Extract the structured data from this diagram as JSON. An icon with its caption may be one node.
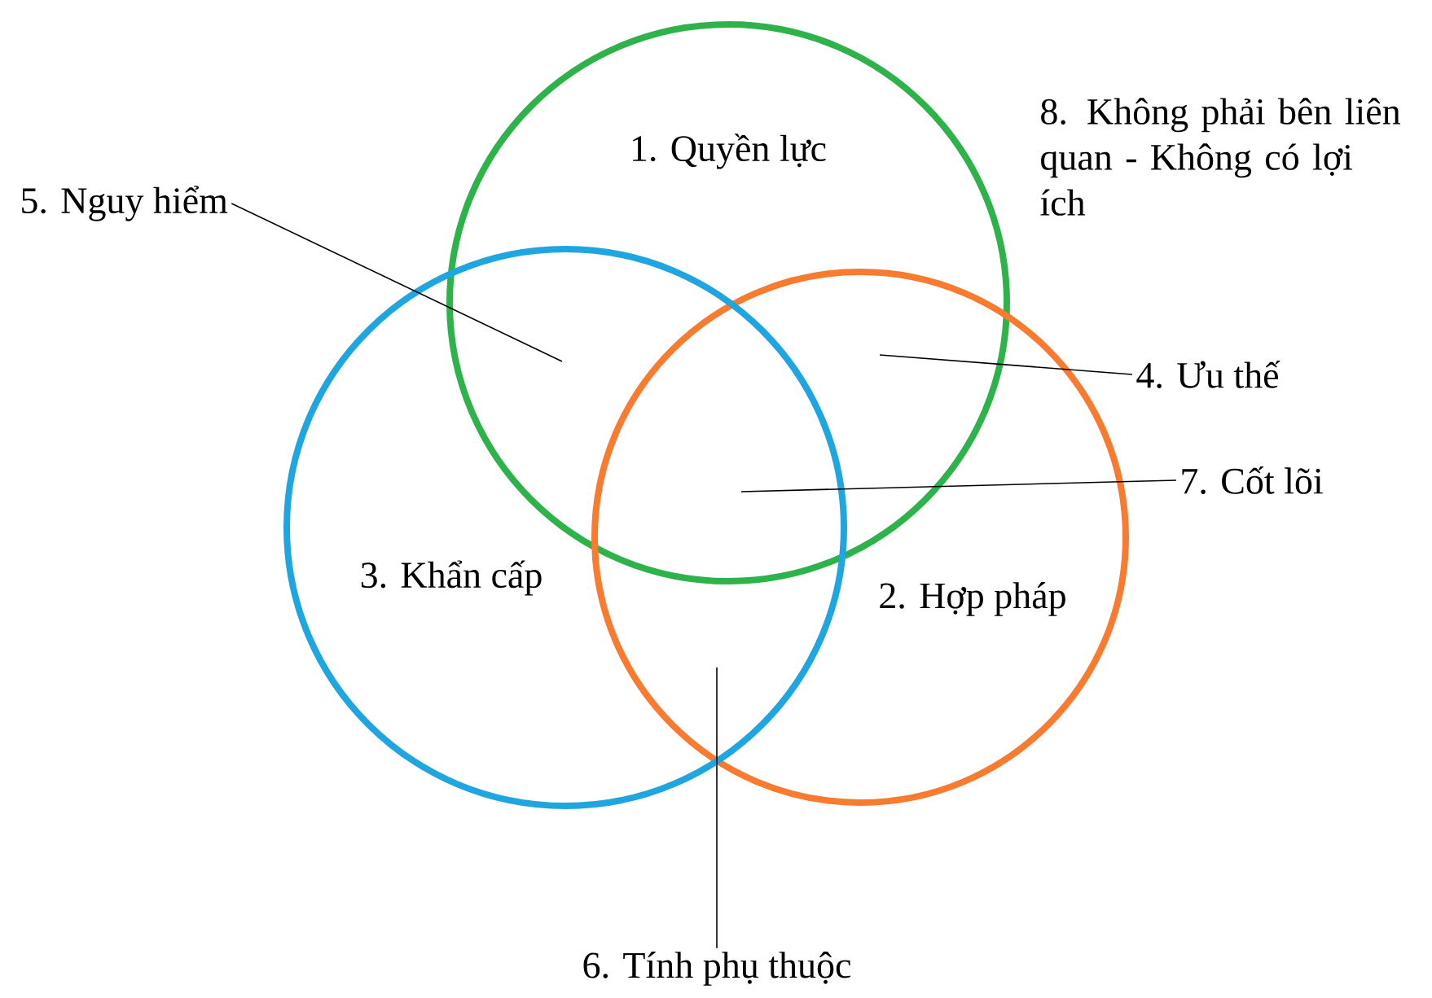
{
  "diagram": {
    "nodes": [
      {
        "text": [
          "1. Quyền lực"
        ]
      },
      {
        "text": [
          "2. Hợp pháp"
        ]
      },
      {
        "text": [
          "3. Khẩn cấp"
        ]
      },
      {
        "text": [
          "4. Ưu thế"
        ]
      },
      {
        "text": [
          "5. Nguy hiểm"
        ]
      },
      {
        "text": [
          "6. Tính phụ thuộc"
        ]
      },
      {
        "text": [
          "7. Cốt lõi"
        ]
      }
    ],
    "edges": [
      {
        "from": 3,
        "to": 1,
        "arrow": "none"
      },
      {
        "from": 4,
        "to": 0,
        "arrow": "none"
      },
      {
        "from": 5,
        "to": 1,
        "arrow": "none"
      },
      {
        "from": 6,
        "to": 1,
        "arrow": "none"
      }
    ],
    "labels": [
      "8. Không phải bên liên quan - Không có lợi ích"
    ]
  }
}
